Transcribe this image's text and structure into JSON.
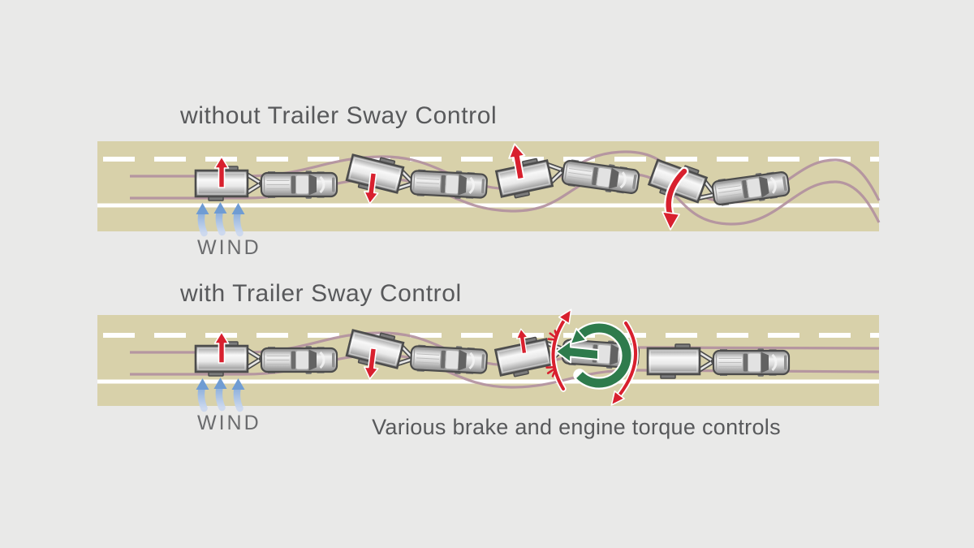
{
  "page": {
    "title_without": "without Trailer Sway Control",
    "title_with": "with Trailer Sway Control",
    "wind_label_top": "WIND",
    "wind_label_bottom": "WIND",
    "caption": "Various brake and engine torque controls"
  },
  "colors": {
    "background": "#e9e9e8",
    "road": "#d8d1aa",
    "lane-line": "#ffffff",
    "sway-path": "#b18f9e",
    "sway-arrow": "#d8202e",
    "control-green": "#2e7b4c",
    "wind-blue": "#6f9cd3",
    "wind-blue-light": "#c7d6ec",
    "text": "#58595b",
    "vehicle-outline": "#4c4c4c"
  },
  "icons": {
    "wind": "wind-arrows-icon",
    "sway_up": "sway-arrow-up-icon",
    "sway_down": "sway-arrow-down-icon",
    "sway_curve": "sway-curved-arrow-icon",
    "yaw_ring": "yaw-correction-ring-icon",
    "brake_arrow": "engine-torque-arrow-icon",
    "brake_spark": "brake-spark-icon",
    "oscillation_arc": "sway-oscillation-arc-icon"
  }
}
